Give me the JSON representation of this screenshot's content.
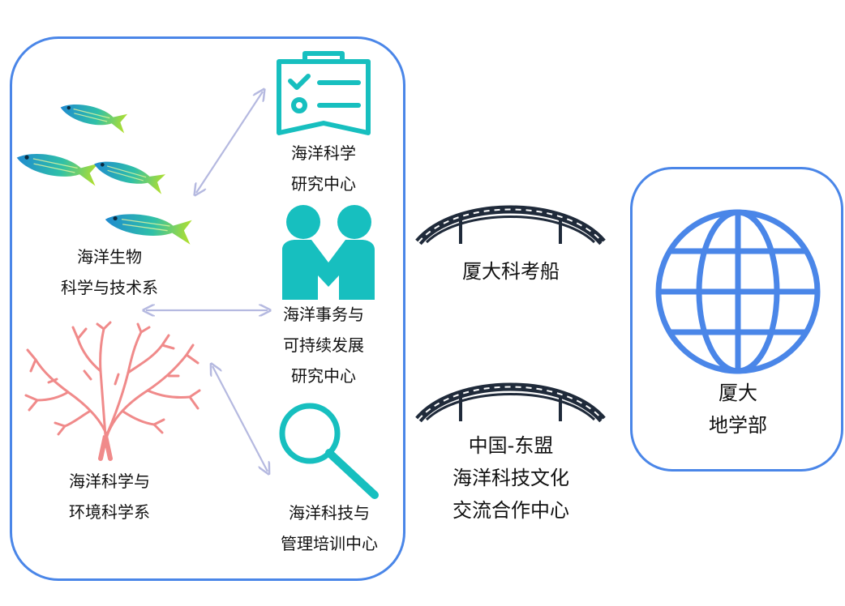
{
  "left_group": {
    "marine_biology": [
      "海洋生物",
      "科学与技术系"
    ],
    "marine_env": [
      "海洋科学与",
      "环境科学系"
    ],
    "research_center": [
      "海洋科学",
      "研究中心"
    ],
    "affairs_center": [
      "海洋事务与",
      "可持续发展",
      "研究中心"
    ],
    "training_center": [
      "海洋科技与",
      "管理培训中心"
    ]
  },
  "bridges": {
    "ship": "厦大科考船",
    "asean": [
      "中国-东盟",
      "海洋科技文化",
      "交流合作中心"
    ]
  },
  "right_group": {
    "earth_dept": [
      "厦大",
      "地学部"
    ]
  },
  "colors": {
    "border": "#4a86e8",
    "teal": "#17bfbf",
    "arrow": "#b5b9e0",
    "bridge": "#1f2a3a",
    "globe": "#4a86e8",
    "coral": "#f08a8a"
  },
  "icons": [
    "fish-icon",
    "coral-icon",
    "clipboard-checklist-icon",
    "people-icon",
    "magnifier-icon",
    "bridge-icon",
    "globe-icon"
  ]
}
